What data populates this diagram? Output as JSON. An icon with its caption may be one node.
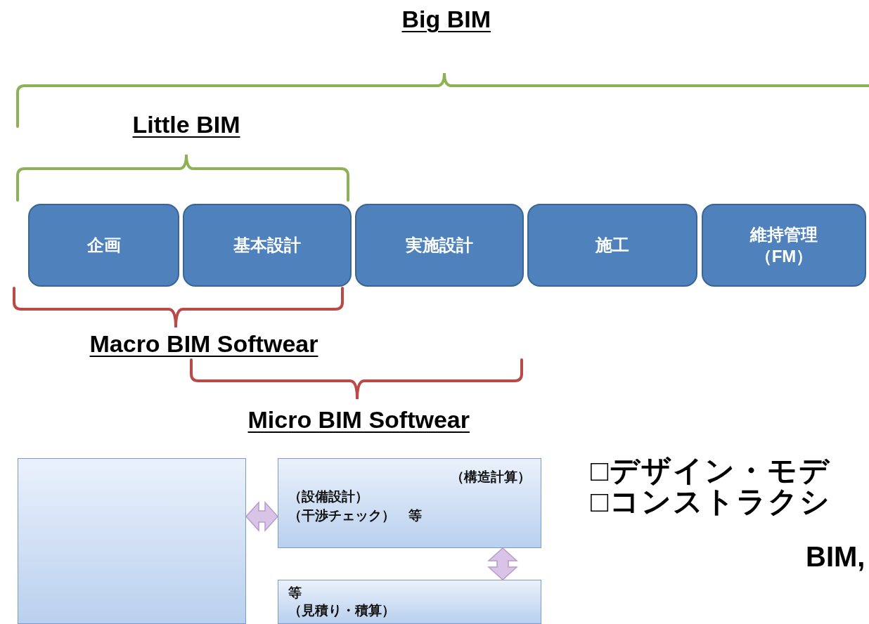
{
  "diagram": {
    "nodes": [
      {
        "text": [
          "企画"
        ]
      },
      {
        "text": [
          "基本設計"
        ]
      },
      {
        "text": [
          "実施設計"
        ]
      },
      {
        "text": [
          "施工"
        ]
      },
      {
        "text": [
          "維持管理（FM）"
        ]
      },
      {
        "text": [],
        "shape": "box"
      },
      {
        "text": [
          "（構造計算）",
          "（設備設計）",
          "（干渉チェック）　等"
        ]
      },
      {
        "text": [
          "等",
          "（見積り・積算）"
        ]
      }
    ],
    "edges": [
      {
        "from": 5,
        "to": 6,
        "arrow": "both"
      },
      {
        "from": 6,
        "to": 7,
        "arrow": "both"
      }
    ],
    "labels": [
      "Big BIM",
      "Little BIM",
      "Macro BIM Softwear",
      "Micro BIM Softwear",
      "□デザイン・モデ",
      "□コンストラクシ",
      "BIM,"
    ]
  }
}
